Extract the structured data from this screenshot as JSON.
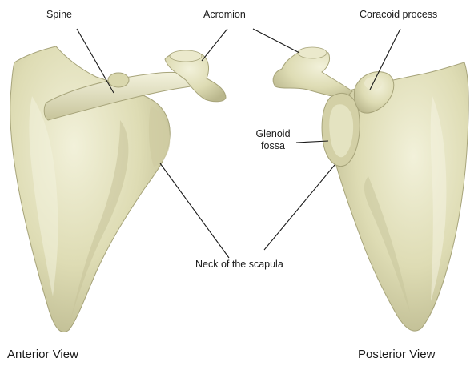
{
  "labels": {
    "spine": "Spine",
    "acromion": "Acromion",
    "coracoid": "Coracoid process",
    "glenoid_line1": "Glenoid",
    "glenoid_line2": "fossa",
    "neck": "Neck of the scapula"
  },
  "views": {
    "anterior": "Anterior View",
    "posterior": "Posterior View"
  },
  "colors": {
    "bone_fill": "#dedcb4",
    "bone_light": "#ecebd0",
    "bone_shadow": "#b9b68c",
    "bone_edge": "#a7a47a",
    "leader_line": "#1a1a1a",
    "background": "#ffffff"
  }
}
